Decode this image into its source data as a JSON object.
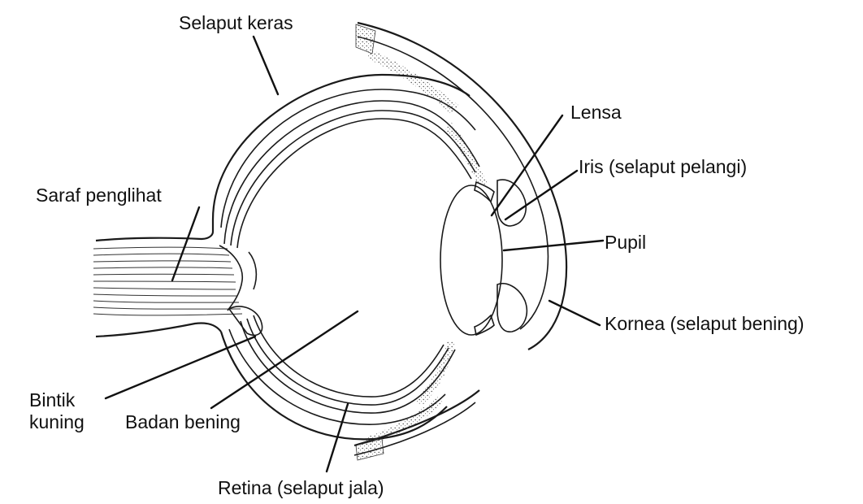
{
  "labels": {
    "selaput_keras": "Selaput keras",
    "lensa": "Lensa",
    "iris": "Iris (selaput pelangi)",
    "saraf_penglihat": "Saraf penglihat",
    "pupil": "Pupil",
    "kornea": "Kornea (selaput bening)",
    "bintik_line1": "Bintik",
    "bintik_line2": "kuning",
    "badan_bening": "Badan bening",
    "retina": "Retina (selaput jala)"
  },
  "colors": {
    "ink": "#111111",
    "background": "#ffffff",
    "stipple": "#444444"
  }
}
